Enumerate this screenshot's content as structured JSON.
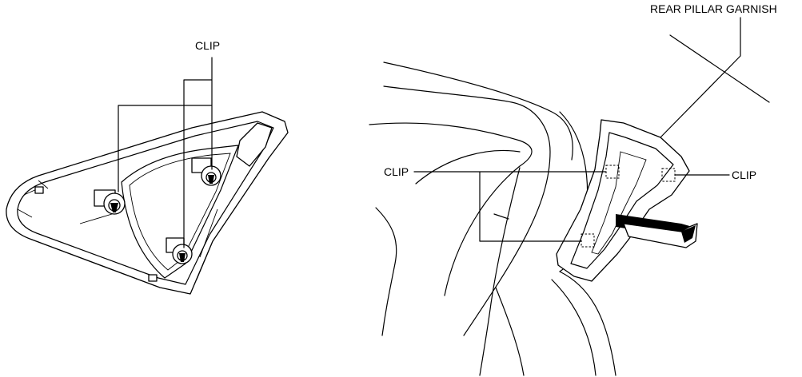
{
  "labels": {
    "left_clip": "CLIP",
    "right_clip_left": "CLIP",
    "right_clip_right": "CLIP",
    "part_name": "REAR PILLAR GARNISH"
  }
}
